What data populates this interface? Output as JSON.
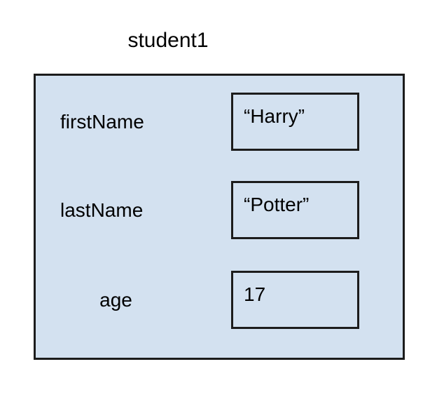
{
  "diagram": {
    "title": "student1",
    "colors": {
      "background": "#ffffff",
      "box_fill": "#d3e1f0",
      "box_border": "#1c1c1c",
      "text": "#000000"
    },
    "properties": [
      {
        "name": "firstName",
        "value": "“Harry”"
      },
      {
        "name": "lastName",
        "value": "“Potter”"
      },
      {
        "name": "age",
        "value": "17"
      }
    ]
  }
}
